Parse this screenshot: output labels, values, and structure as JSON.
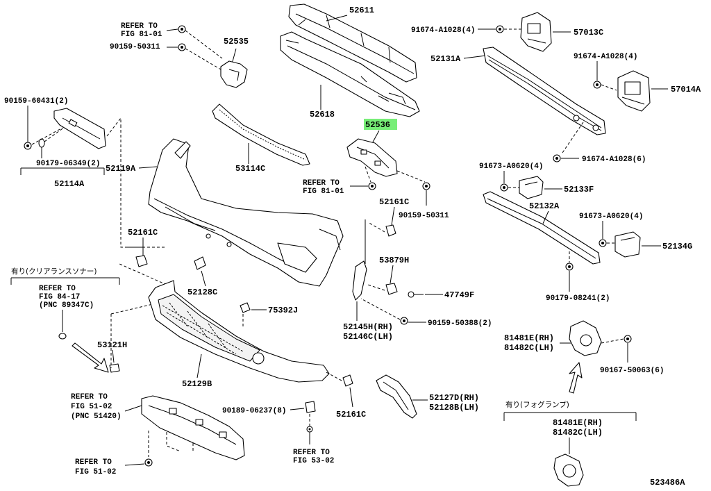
{
  "diagram_id": "523486A",
  "highlight_color": "#77ee77",
  "labels": {
    "p52611": "52611",
    "p52618": "52618",
    "p52535": "52535",
    "p52536": "52536",
    "p91674_1": "91674-A1028(4)",
    "p57013C": "57013C",
    "p52131A": "52131A",
    "p91674_2": "91674-A1028(4)",
    "p57014A": "57014A",
    "p91674_3": "91674-A1028(6)",
    "refer_8101_a1": "REFER TO",
    "refer_8101_a2": "FIG 81-01",
    "p90159_50311_a": "90159-50311",
    "p90159_60431": "90159-60431(2)",
    "p90179_06349": "90179-06349(2)",
    "p52114A": "52114A",
    "p52119A": "52119A",
    "p53114C": "53114C",
    "refer_8101_b1": "REFER TO",
    "refer_8101_b2": "FIG 81-01",
    "p90159_50311_b": "90159-50311",
    "p52161C_a": "52161C",
    "p52161C_b": "52161C",
    "p52161C_c": "52161C",
    "p91673_a": "91673-A0620(4)",
    "p52133F": "52133F",
    "p52132A": "52132A",
    "p91673_b": "91673-A0620(4)",
    "p52134G": "52134G",
    "p53879H": "53879H",
    "p47749F": "47749F",
    "p52128C_a": "52128C",
    "p90179_08241": "90179-08241(2)",
    "jp_clearance": "有り(クリアランスソナー)",
    "refer_8417_1": "REFER TO",
    "refer_8417_2": "FIG 84-17",
    "refer_8417_3": "(PNC 89347C)",
    "p75392J": "75392J",
    "p52145H": "52145H(RH)",
    "p52146C": "52146C(LH)",
    "p90159_50388": "90159-50388(2)",
    "p53121H": "53121H",
    "p81481E": "81481E(RH)",
    "p81482C": "81482C(LH)",
    "p90167_50063": "90167-50063(6)",
    "p52129B": "52129B",
    "refer_5102_a1": "REFER TO",
    "refer_5102_a2": "FIG 51-02",
    "refer_5102_a3": "(PNC 51420)",
    "p90189_06237": "90189-06237(8)",
    "p52127D": "52127D(RH)",
    "p52128B": "52128B(LH)",
    "jp_fog": "有り(フォグランプ)",
    "p81481E_b": "81481E(RH)",
    "p81482C_b": "81482C(LH)",
    "refer_5302_1": "REFER TO",
    "refer_5302_2": "FIG 53-02",
    "refer_5102_b1": "REFER TO",
    "refer_5102_b2": "FIG 51-02"
  }
}
